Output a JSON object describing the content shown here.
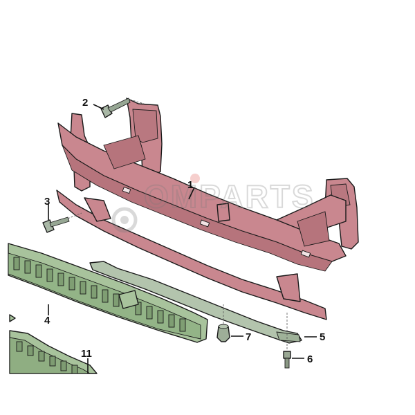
{
  "diagram": {
    "parts": [
      {
        "callout": "1",
        "color": "#c9878f"
      },
      {
        "callout": "2",
        "color": "#a9b8a6"
      },
      {
        "callout": "3",
        "color": "#a9b8a6"
      },
      {
        "callout": "4",
        "color": "#a8c39c"
      },
      {
        "callout": "5",
        "color": "#b3c4ad"
      },
      {
        "callout": "6",
        "color": "#9aa894"
      },
      {
        "callout": "7",
        "color": "#9eae98"
      },
      {
        "callout": "11",
        "color": "#a8c39c"
      }
    ],
    "watermark": {
      "text": "OMPARTS"
    }
  }
}
